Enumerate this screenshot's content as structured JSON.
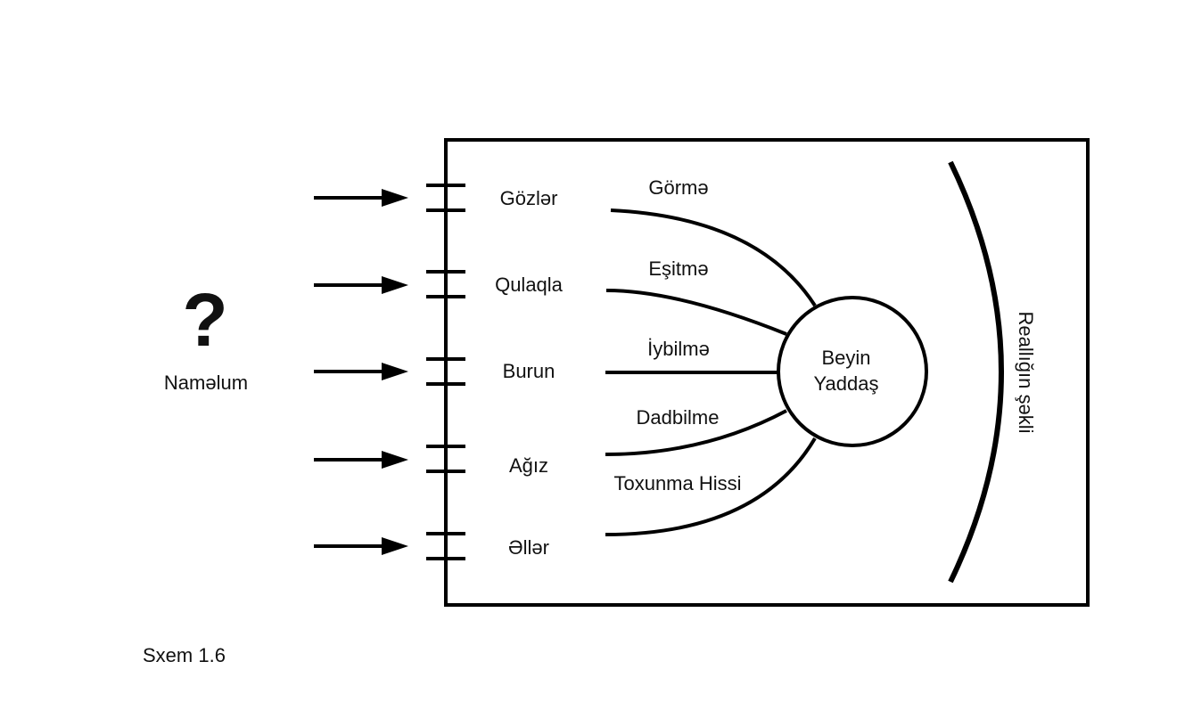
{
  "unknown": {
    "symbol": "?",
    "label": "Naməlum"
  },
  "organs": [
    {
      "label": "Gözlər"
    },
    {
      "label": "Qulaqla"
    },
    {
      "label": "Burun"
    },
    {
      "label": "Ağız"
    },
    {
      "label": "Əllər"
    }
  ],
  "senses": [
    {
      "label": "Görmə"
    },
    {
      "label": "Eşitmə"
    },
    {
      "label": "İybilmə"
    },
    {
      "label": "Dadbilme"
    },
    {
      "label": "Toxunma Hissi"
    }
  ],
  "brain": {
    "line1": "Beyin",
    "line2": "Yaddaş"
  },
  "reality": {
    "label": "Reallığın şəkli"
  },
  "caption": "Sxem 1.6",
  "colors": {
    "ink": "#000000",
    "background": "#ffffff"
  }
}
